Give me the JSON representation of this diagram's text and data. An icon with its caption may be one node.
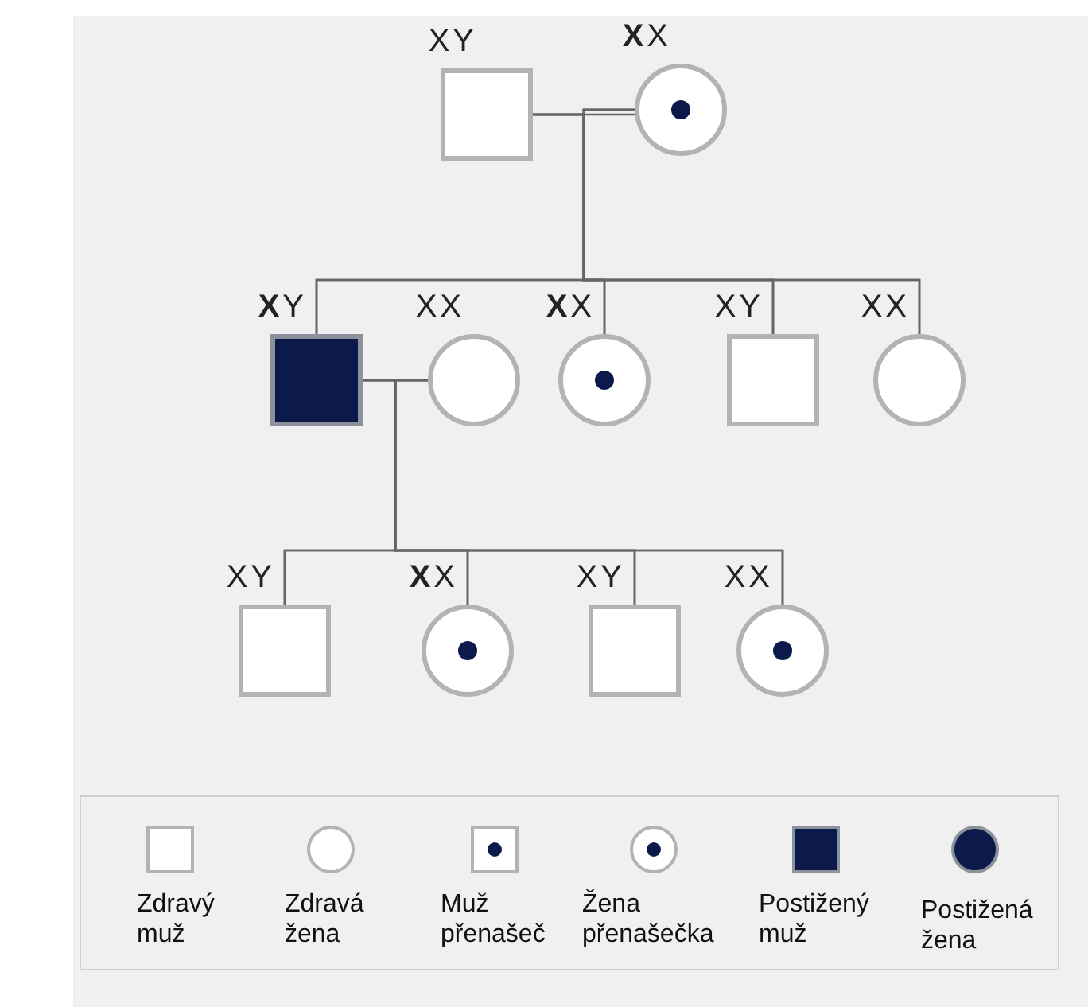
{
  "diagram": {
    "nodes": [
      {
        "text": [
          "XY"
        ]
      },
      {
        "text": [
          "**X**X"
        ]
      },
      {
        "text": [
          "**X**Y"
        ]
      },
      {
        "text": [
          "XX"
        ]
      },
      {
        "text": [
          "**X**X"
        ]
      },
      {
        "text": [
          "XY"
        ]
      },
      {
        "text": [
          "XX"
        ]
      },
      {
        "text": [
          "XY"
        ]
      },
      {
        "text": [
          "**X**X"
        ]
      },
      {
        "text": [
          "XY"
        ]
      },
      {
        "text": [
          "XX"
        ]
      }
    ],
    "edges": [
      {
        "from": 0,
        "to": 1,
        "arrow": "none"
      },
      {
        "from": 0,
        "to": 2,
        "arrow": "none"
      },
      {
        "from": 0,
        "to": 4,
        "arrow": "none"
      },
      {
        "from": 0,
        "to": 5,
        "arrow": "none"
      },
      {
        "from": 0,
        "to": 6,
        "arrow": "none"
      },
      {
        "from": 1,
        "to": 2,
        "arrow": "none"
      },
      {
        "from": 1,
        "to": 4,
        "arrow": "none"
      },
      {
        "from": 1,
        "to": 5,
        "arrow": "none"
      },
      {
        "from": 1,
        "to": 6,
        "arrow": "none"
      },
      {
        "from": 2,
        "to": 3,
        "arrow": "none"
      },
      {
        "from": 2,
        "to": 7,
        "arrow": "none"
      },
      {
        "from": 2,
        "to": 8,
        "arrow": "none"
      },
      {
        "from": 2,
        "to": 9,
        "arrow": "none"
      },
      {
        "from": 2,
        "to": 10,
        "arrow": "none"
      },
      {
        "from": 3,
        "to": 7,
        "arrow": "none"
      },
      {
        "from": 3,
        "to": 8,
        "arrow": "none"
      },
      {
        "from": 3,
        "to": 9,
        "arrow": "none"
      },
      {
        "from": 3,
        "to": 10,
        "arrow": "none"
      }
    ],
    "legend": [
      {
        "text": "Zdravý muž"
      },
      {
        "text": "Zdravá žena"
      },
      {
        "text": "Muž přenašeč"
      },
      {
        "text": "Žena přenašečka"
      },
      {
        "text": "Postižený muž"
      },
      {
        "text": "Postižená žena"
      }
    ]
  }
}
